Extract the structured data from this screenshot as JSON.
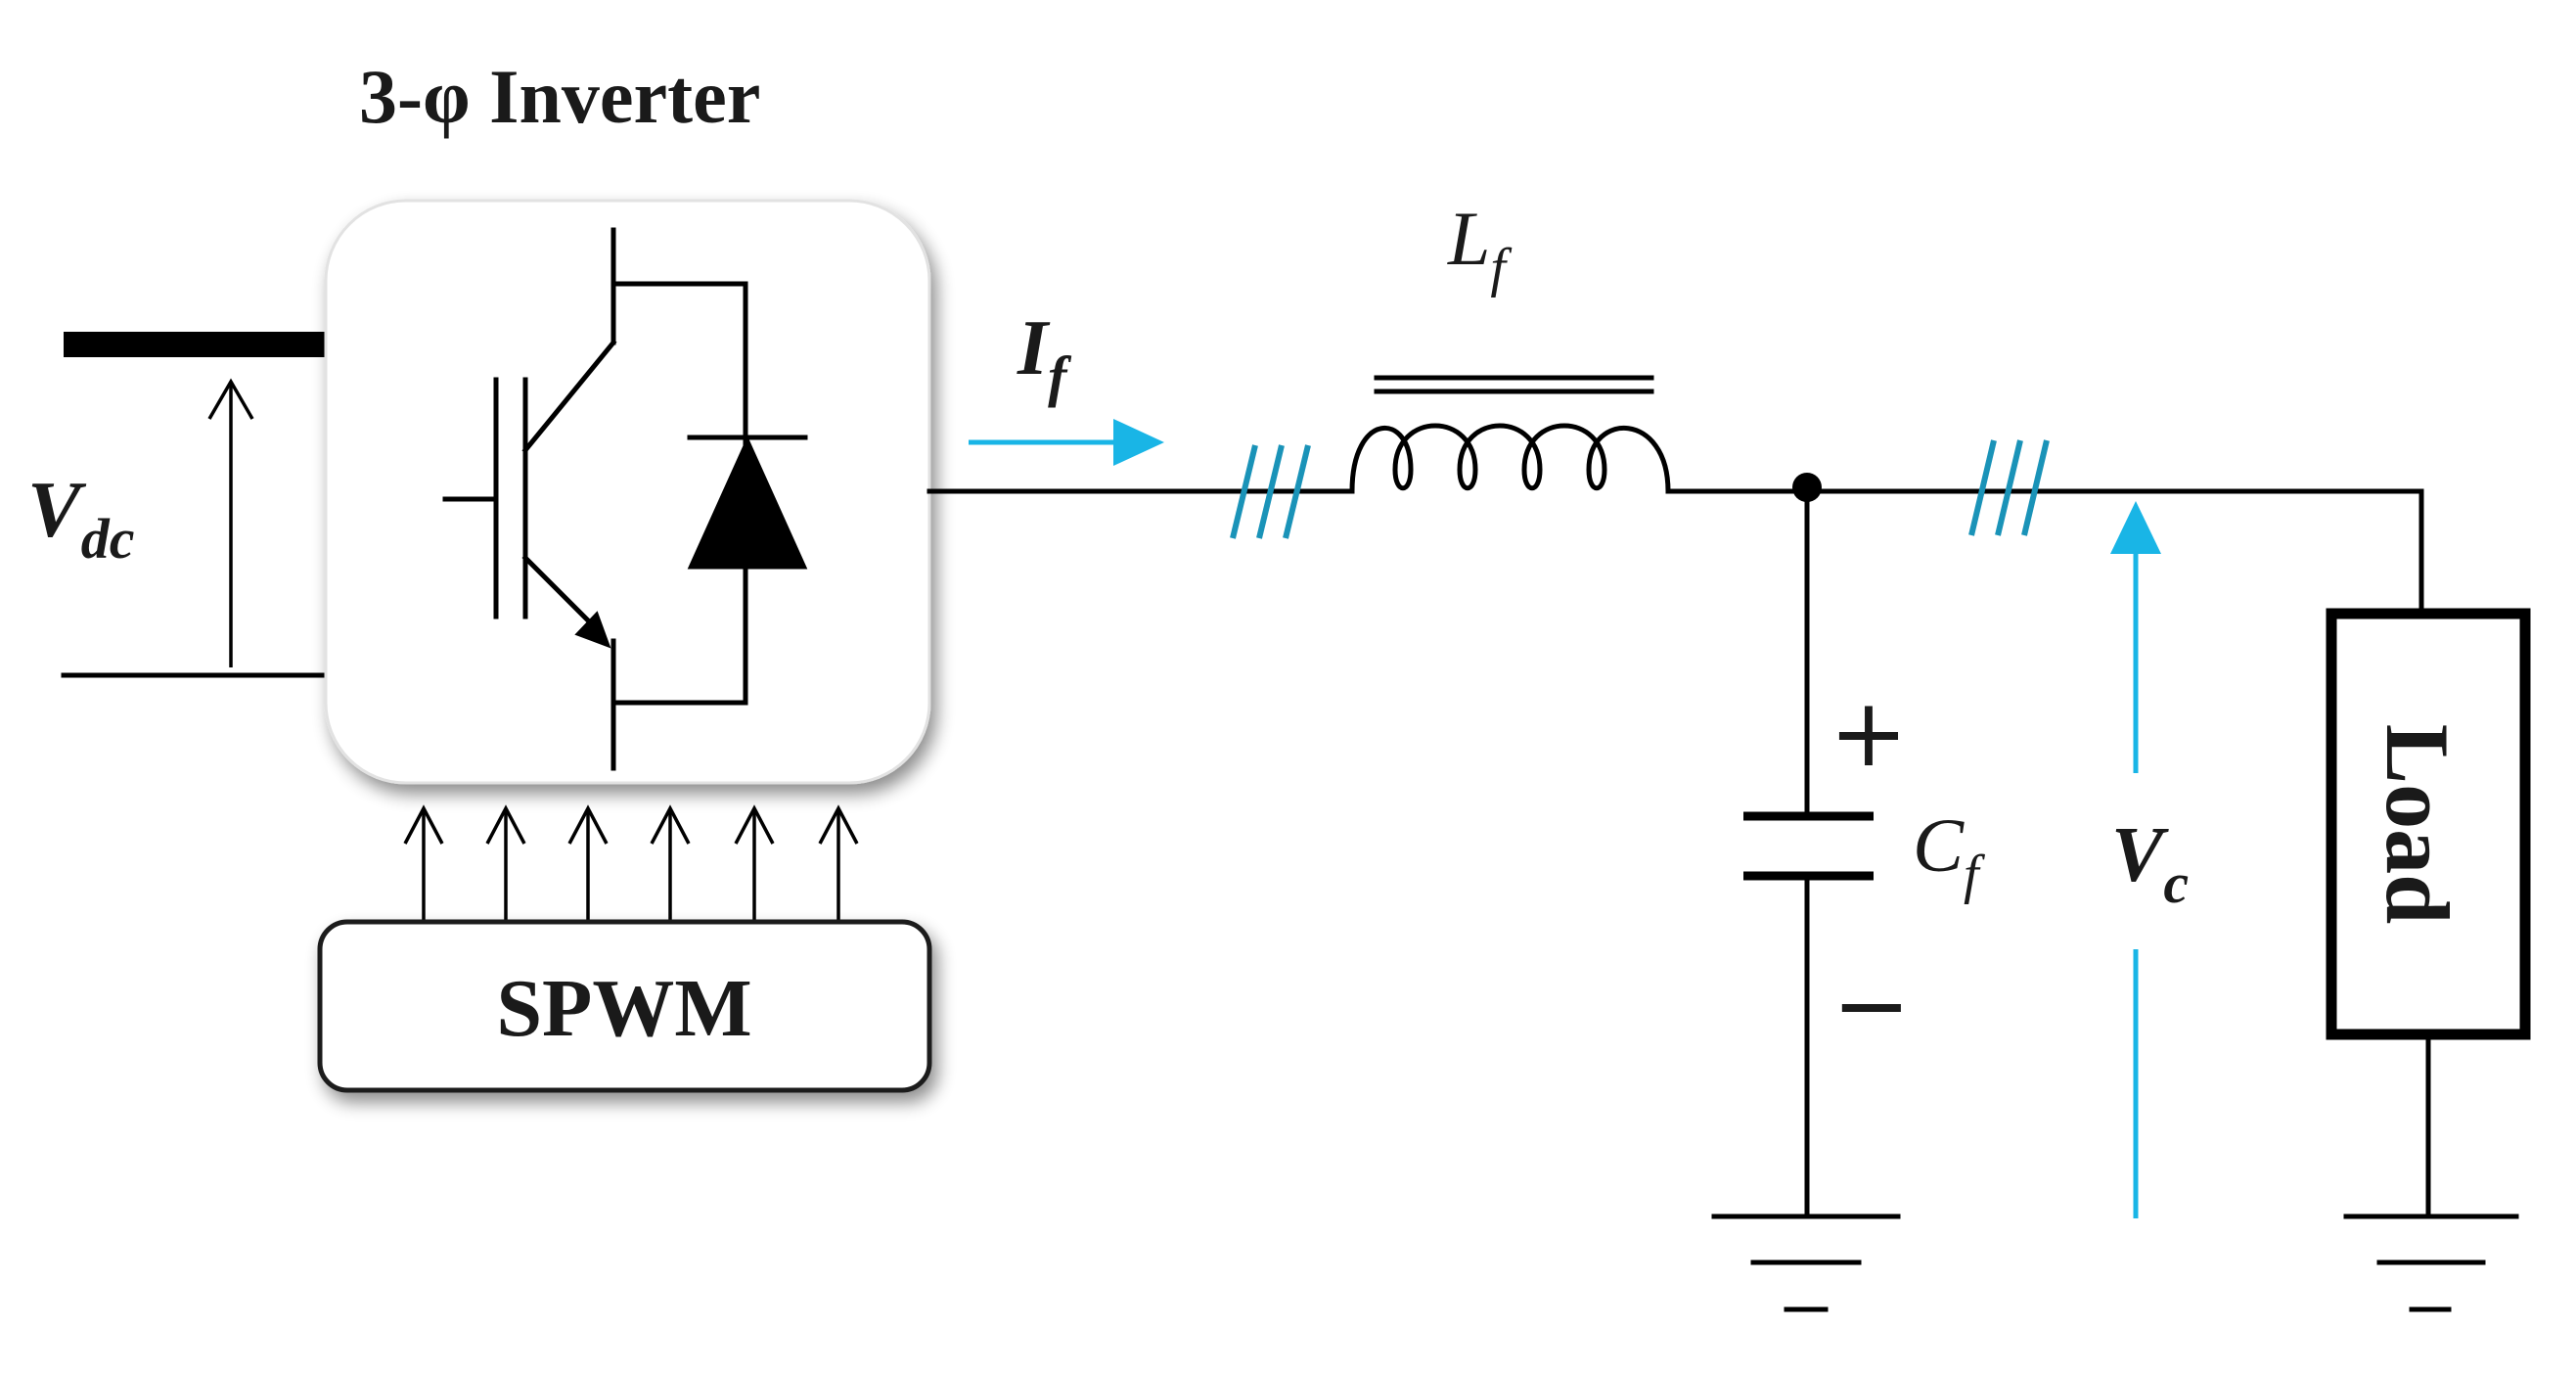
{
  "title": "3-φ Inverter",
  "modulator": {
    "label": "SPWM"
  },
  "labels": {
    "vdc_main": "V",
    "vdc_sub": "dc",
    "if_main": "I",
    "if_sub": "f",
    "lf_main": "L",
    "lf_sub": "f",
    "cf_main": "C",
    "cf_sub": "f",
    "vc_main": "V",
    "vc_sub": "c",
    "plus": "+",
    "minus": "−",
    "load": "Load"
  },
  "colors": {
    "wire": "#000000",
    "measurement_arrow": "#19b5e6",
    "three_phase_marks": "#1a93b8"
  },
  "icons": [
    "igbt-icon",
    "diode-icon",
    "inductor-icon",
    "capacitor-icon",
    "ground-icon"
  ]
}
